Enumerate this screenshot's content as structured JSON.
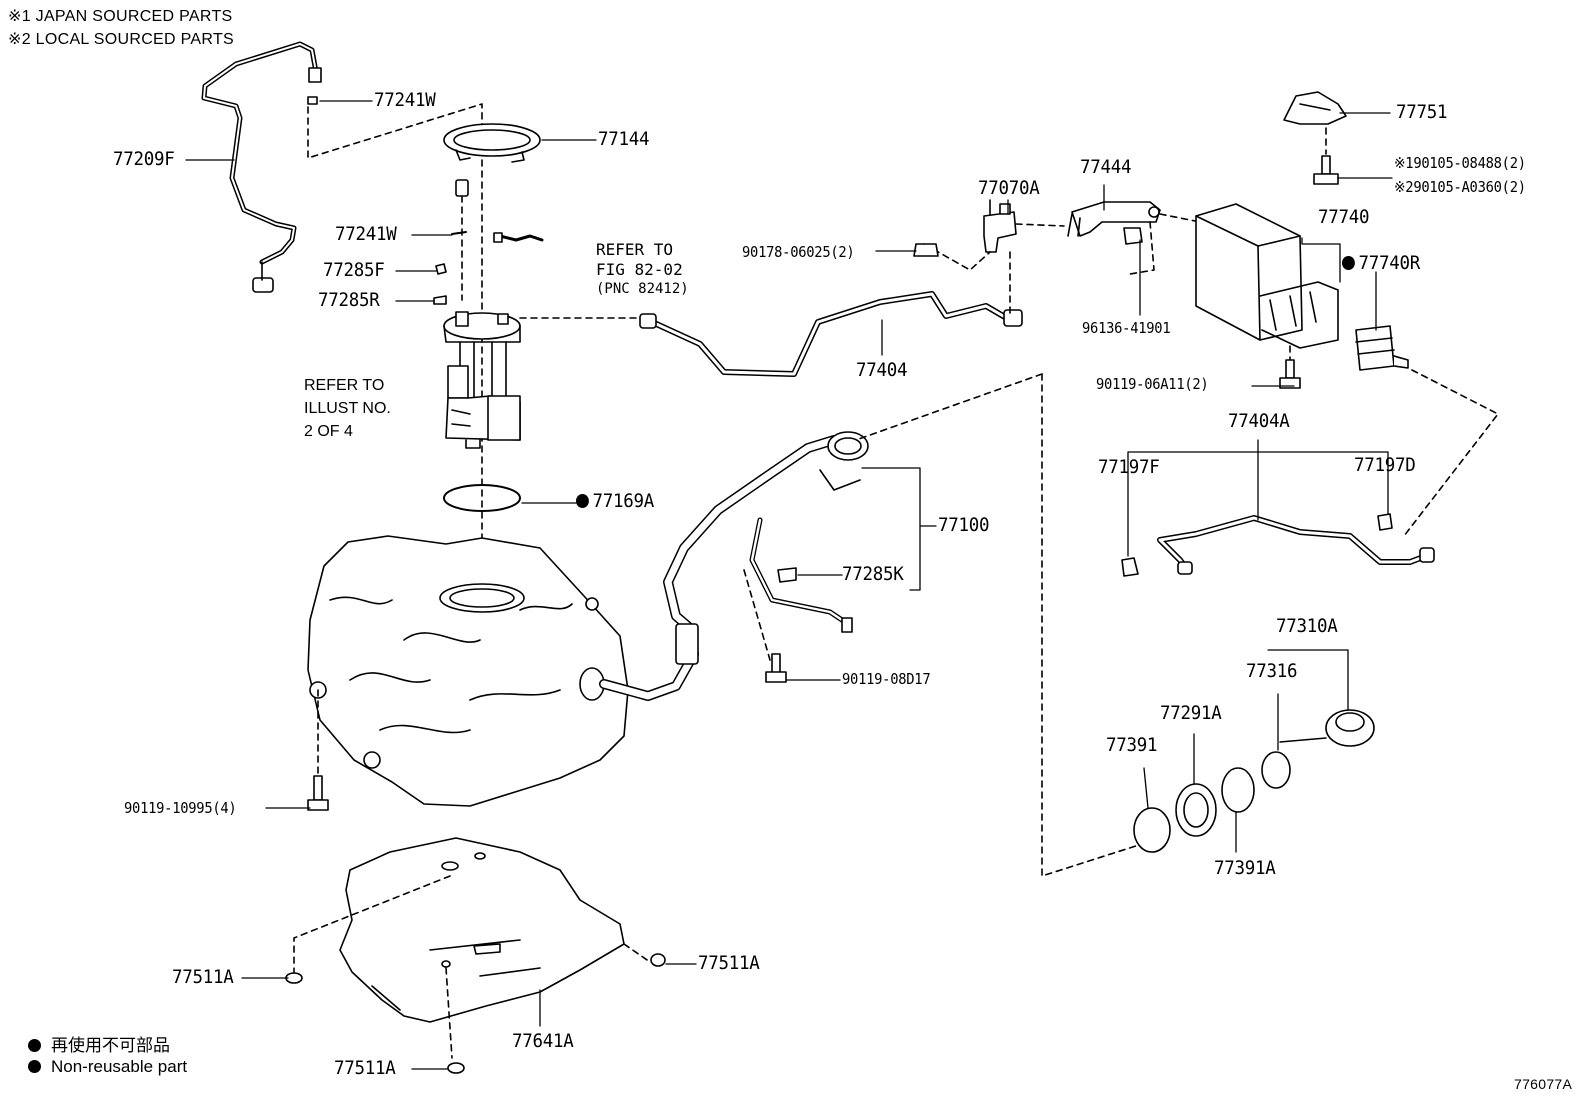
{
  "notes": {
    "japan": "※1 JAPAN SOURCED PARTS",
    "local": "※2 LOCAL SOURCED PARTS"
  },
  "refer_fig": {
    "line1": "REFER TO",
    "line2": "FIG 82-02",
    "line3": "(PNC 82412)"
  },
  "refer_illust": {
    "line1": "REFER TO",
    "line2": "ILLUST NO.",
    "line3": "2 OF 4"
  },
  "parts": {
    "p77241W_a": "77241W",
    "p77209F": "77209F",
    "p77144": "77144",
    "p77241W_b": "77241W",
    "p77285F": "77285F",
    "p77285R": "77285R",
    "p77169A": "77169A",
    "p77070A": "77070A",
    "p77444": "77444",
    "p90178": "90178-06025(2)",
    "p96136": "96136-41901",
    "p77404": "77404",
    "p77751": "77751",
    "p90105_1": "※190105-08488(2)",
    "p90105_2": "※290105-A0360(2)",
    "p77740": "77740",
    "p77740R": "77740R",
    "p90119_06A11": "90119-06A11(2)",
    "p77404A": "77404A",
    "p77197F": "77197F",
    "p77197D": "77197D",
    "p77100": "77100",
    "p77285K": "77285K",
    "p90119_08D17": "90119-08D17",
    "p77310A": "77310A",
    "p77316": "77316",
    "p77291A": "77291A",
    "p77391": "77391",
    "p77391A": "77391A",
    "p90119_10995": "90119-10995(4)",
    "p77511A_left": "77511A",
    "p77511A_right": "77511A",
    "p77511A_bottom": "77511A",
    "p77641A": "77641A"
  },
  "legend": {
    "japanese": "再使用不可部品",
    "english": "Non-reusable part"
  },
  "figure_id": "776077A"
}
